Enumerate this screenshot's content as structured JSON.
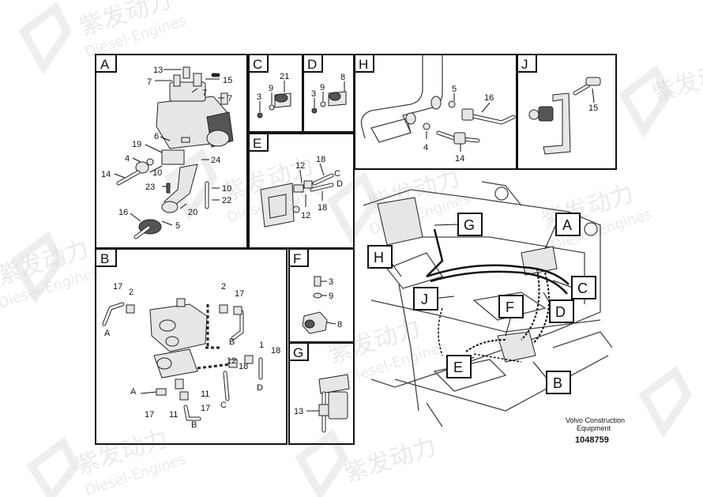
{
  "watermark": {
    "brand": "紫发动力",
    "sub": "Diesel-Engines"
  },
  "panels": {
    "A": {
      "letter": "A",
      "labels": [
        "13",
        "7",
        "15",
        "7",
        "7",
        "6",
        "19",
        "4",
        "24",
        "14",
        "10",
        "23",
        "10",
        "22",
        "20",
        "16",
        "5"
      ]
    },
    "B": {
      "letter": "B",
      "labels": [
        "17",
        "2",
        "2",
        "17",
        "A",
        "B",
        "1",
        "18",
        "12",
        "18",
        "D",
        "C",
        "A",
        "11",
        "17",
        "11",
        "17",
        "B"
      ]
    },
    "C": {
      "letter": "C",
      "labels": [
        "21",
        "9",
        "3"
      ]
    },
    "D": {
      "letter": "D",
      "labels": [
        "8",
        "9",
        "3"
      ]
    },
    "E": {
      "letter": "E",
      "labels": [
        "18",
        "12",
        "C",
        "D",
        "12",
        "18"
      ]
    },
    "F": {
      "letter": "F",
      "labels": [
        "3",
        "9",
        "8"
      ]
    },
    "G": {
      "letter": "G",
      "labels": [
        "13"
      ]
    },
    "H": {
      "letter": "H",
      "labels": [
        "5",
        "16",
        "4",
        "14"
      ]
    },
    "J": {
      "letter": "J",
      "labels": [
        "15"
      ]
    }
  },
  "overview_callouts": [
    "A",
    "G",
    "H",
    "J",
    "C",
    "D",
    "F",
    "E",
    "B"
  ],
  "footer": {
    "line1": "Volvo Construction",
    "line2": "Equipment",
    "number": "1048759"
  }
}
